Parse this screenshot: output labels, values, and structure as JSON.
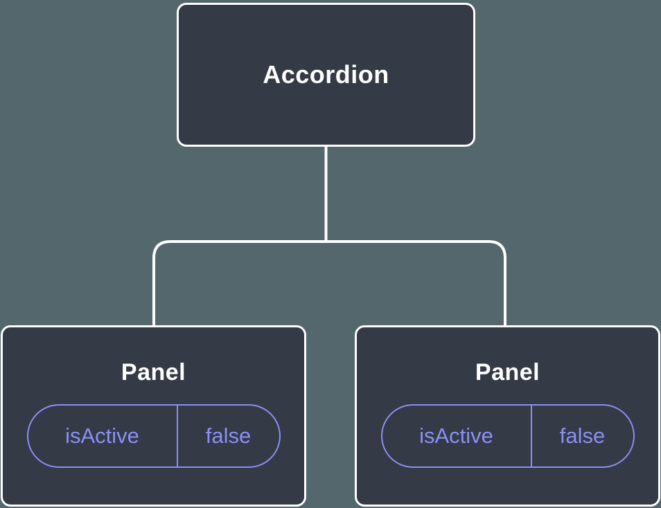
{
  "diagram": {
    "root": {
      "label": "Accordion"
    },
    "children": [
      {
        "label": "Panel",
        "state": {
          "name": "isActive",
          "value": "false"
        }
      },
      {
        "label": "Panel",
        "state": {
          "name": "isActive",
          "value": "false"
        }
      }
    ]
  },
  "colors": {
    "background": "#53676d",
    "node_fill": "#343a46",
    "node_border": "#ffffff",
    "connector": "#ffffff",
    "accent_purple": "#8b90f4",
    "label_text": "#ffffff"
  }
}
